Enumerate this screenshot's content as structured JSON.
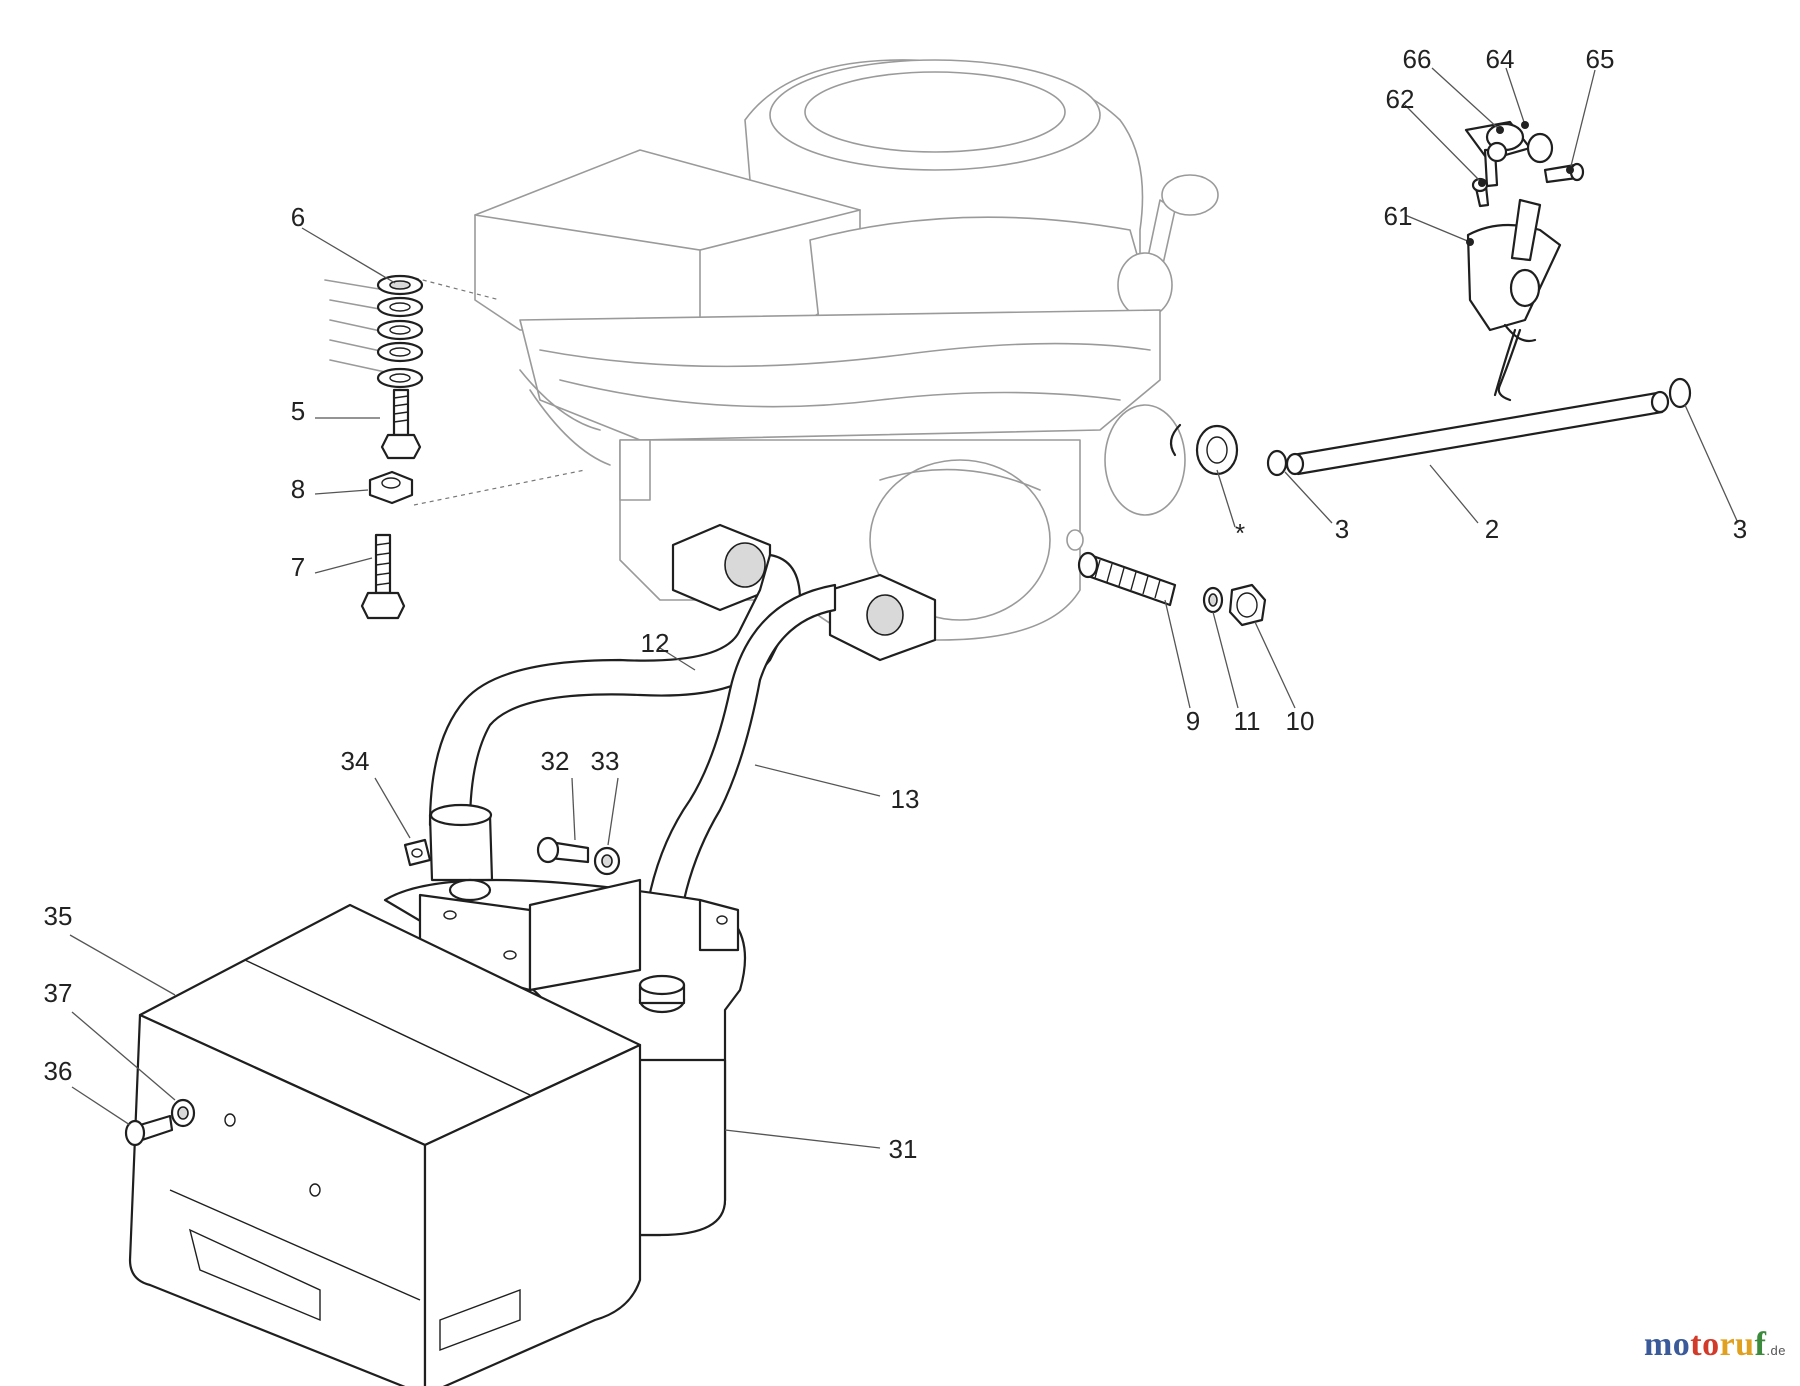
{
  "callouts": [
    {
      "id": "c66",
      "label": "66"
    },
    {
      "id": "c64",
      "label": "64"
    },
    {
      "id": "c65",
      "label": "65"
    },
    {
      "id": "c62",
      "label": "62"
    },
    {
      "id": "c61",
      "label": "61"
    },
    {
      "id": "c6",
      "label": "6"
    },
    {
      "id": "c5",
      "label": "5"
    },
    {
      "id": "c8",
      "label": "8"
    },
    {
      "id": "c7",
      "label": "7"
    },
    {
      "id": "cstar",
      "label": "*"
    },
    {
      "id": "c3a",
      "label": "3"
    },
    {
      "id": "c2",
      "label": "2"
    },
    {
      "id": "c3b",
      "label": "3"
    },
    {
      "id": "c12",
      "label": "12"
    },
    {
      "id": "c9",
      "label": "9"
    },
    {
      "id": "c11",
      "label": "11"
    },
    {
      "id": "c10",
      "label": "10"
    },
    {
      "id": "c34",
      "label": "34"
    },
    {
      "id": "c32",
      "label": "32"
    },
    {
      "id": "c33",
      "label": "33"
    },
    {
      "id": "c13",
      "label": "13"
    },
    {
      "id": "c35",
      "label": "35"
    },
    {
      "id": "c37",
      "label": "37"
    },
    {
      "id": "c36",
      "label": "36"
    },
    {
      "id": "c31",
      "label": "31"
    }
  ],
  "watermark": {
    "p1": "mo",
    "p2": "to",
    "p3": "ru",
    "p4": "f",
    "tld": ".de"
  }
}
